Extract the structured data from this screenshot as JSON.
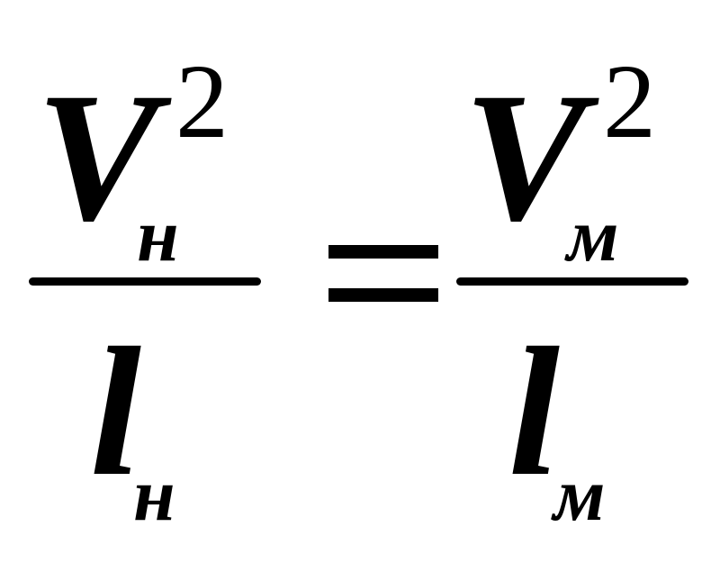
{
  "formula": {
    "left": {
      "numerator": {
        "base": "V",
        "superscript": "2",
        "subscript": "н"
      },
      "denominator": {
        "base": "l",
        "subscript": "н"
      }
    },
    "relation": "=",
    "right": {
      "numerator": {
        "base": "V",
        "superscript": "2",
        "subscript": "м"
      },
      "denominator": {
        "base": "l",
        "subscript": "м"
      }
    }
  }
}
